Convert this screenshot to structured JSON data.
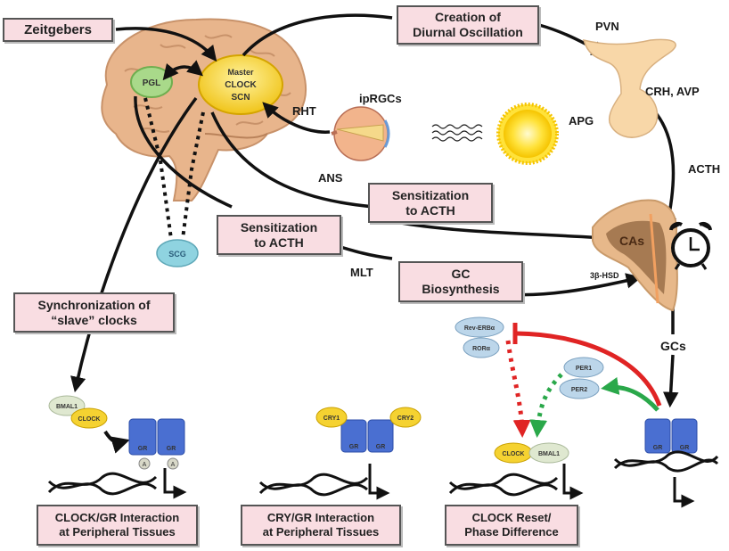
{
  "boxes": {
    "zeitgebers": "Zeitgebers",
    "diurnal": [
      "Creation of",
      "Diurnal Oscillation"
    ],
    "sens_acth_1": [
      "Sensitization",
      "to ACTH"
    ],
    "sens_acth_2": [
      "Sensitization",
      "to ACTH"
    ],
    "gc_bio": [
      "GC",
      "Biosynthesis"
    ],
    "sync": [
      "Synchronization of",
      "“slave” clocks"
    ],
    "clock_gr": [
      "CLOCK/GR Interaction",
      "at Peripheral Tissues"
    ],
    "cry_gr": [
      "CRY/GR Interaction",
      "at Peripheral Tissues"
    ],
    "clock_reset": [
      "CLOCK Reset/",
      "Phase Difference"
    ]
  },
  "labels": {
    "pvn": "PVN",
    "crh_avp": "CRH, AVP",
    "apg": "APG",
    "acth": "ACTH",
    "iprgcs": "ipRGCs",
    "rht": "RHT",
    "ans": "ANS",
    "mlt": "MLT",
    "hsd": "3β-HSD",
    "gcs": "GCs",
    "cas": "CAs"
  },
  "nodes": {
    "master": [
      "Master",
      "CLOCK",
      "SCN"
    ],
    "pgl": "PGL",
    "scg": "SCG",
    "bmal1": "BMAL1",
    "clock": "CLOCK",
    "gr": "GR",
    "a": "A",
    "cry1": "CRY1",
    "cry2": "CRY2",
    "rev_erb": "Rev-ERBα",
    "ror": "RORα",
    "per1": "PER1",
    "per2": "PER2"
  },
  "colors": {
    "box_fill": "#f9dde2",
    "brain": "#e8b58c",
    "master_clock": "#f5d231",
    "pgl": "#a9d98a",
    "scg": "#8fd3e0",
    "gr_block": "#4a6fd1",
    "inhibit_red": "#e02424",
    "activate_green": "#2aa84a",
    "protein_blue": "#bcd6ea"
  }
}
